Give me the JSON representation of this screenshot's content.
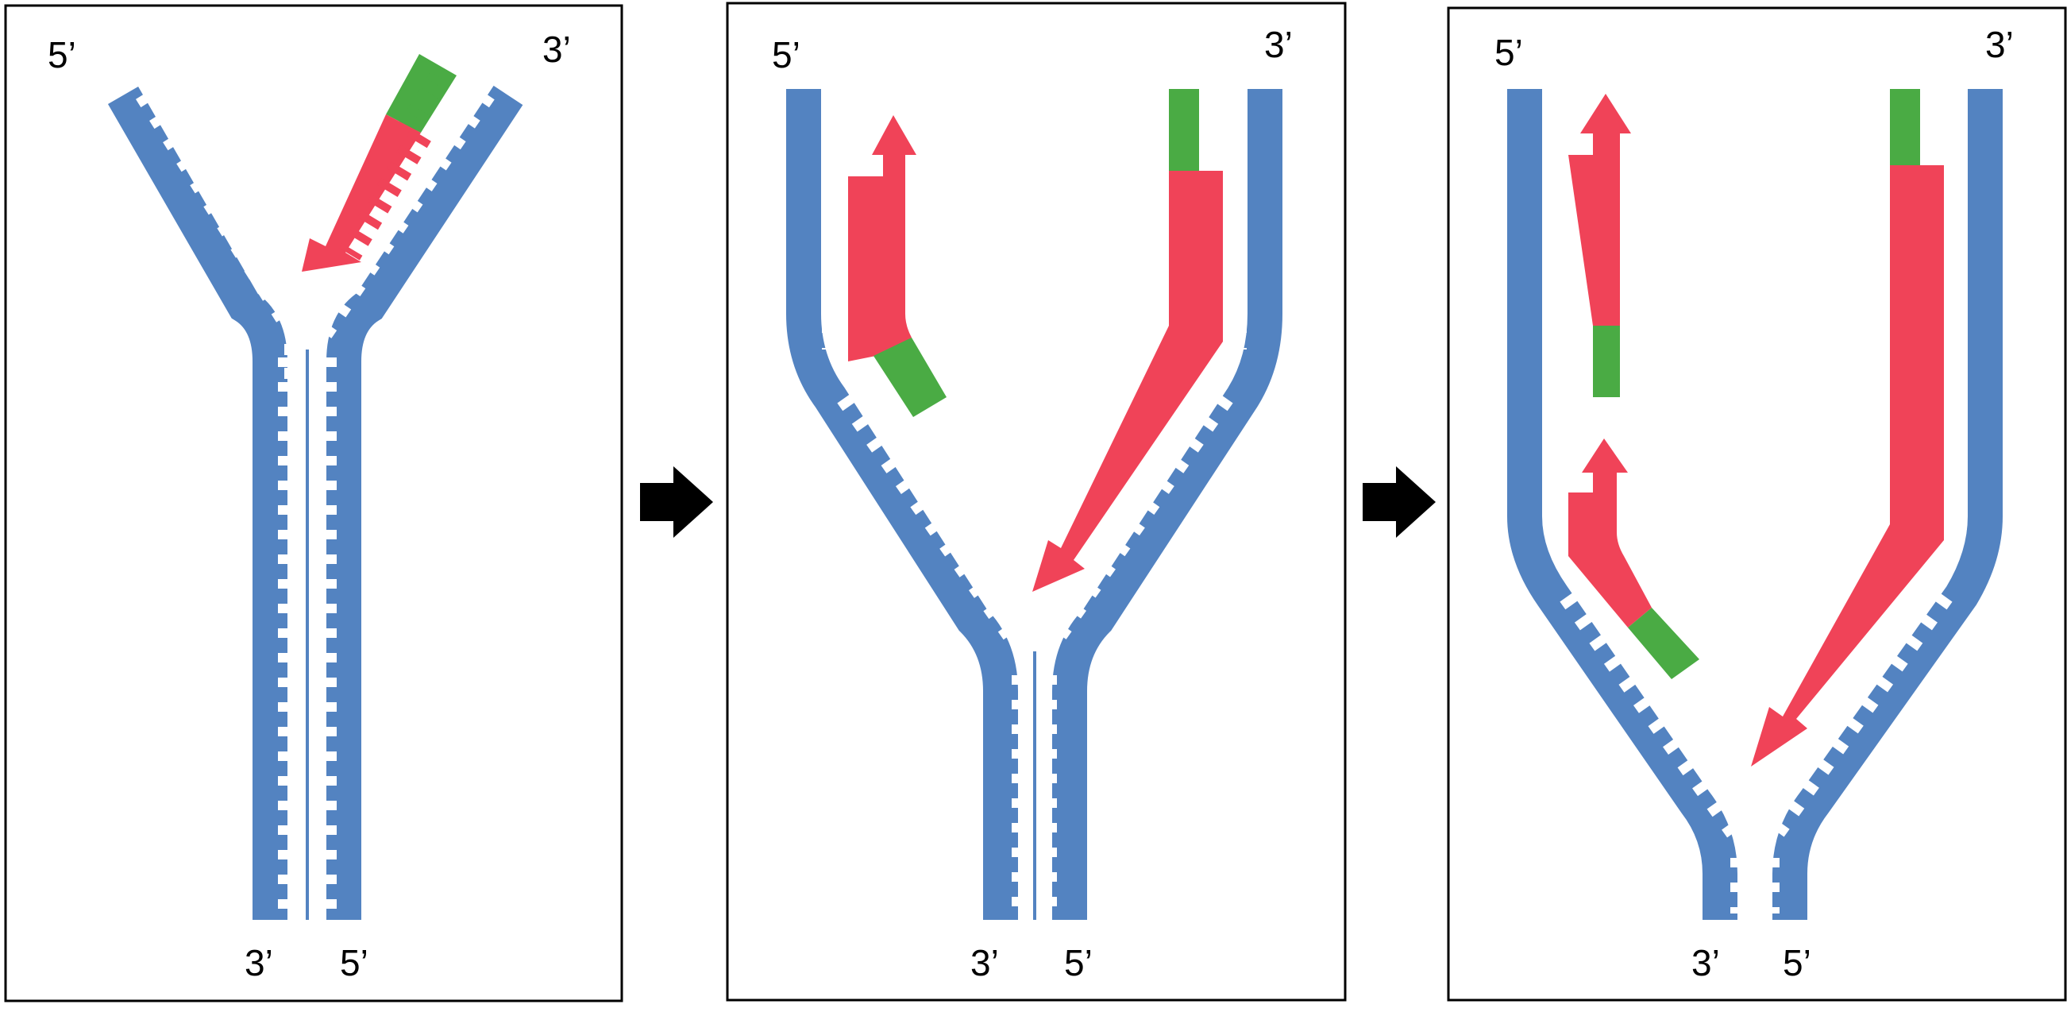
{
  "colors": {
    "template_strand": "#5383c1",
    "new_strand": "#f04358",
    "primer": "#4aab44",
    "frame": "#000000",
    "arrow": "#000000",
    "background": "#ffffff"
  },
  "panels": [
    {
      "name": "initial",
      "labels": {
        "top_left": "5’",
        "top_right": "3’",
        "bottom_left": "3’",
        "bottom_right": "5’"
      }
    },
    {
      "name": "middle",
      "labels": {
        "top_left": "5’",
        "top_right": "3’",
        "bottom_left": "3’",
        "bottom_right": "5’"
      }
    },
    {
      "name": "final",
      "labels": {
        "top_left": "5’",
        "top_right": "3’",
        "bottom_left": "3’",
        "bottom_right": "5’"
      }
    }
  ],
  "flow_arrows": [
    "right-arrow-icon",
    "right-arrow-icon"
  ]
}
